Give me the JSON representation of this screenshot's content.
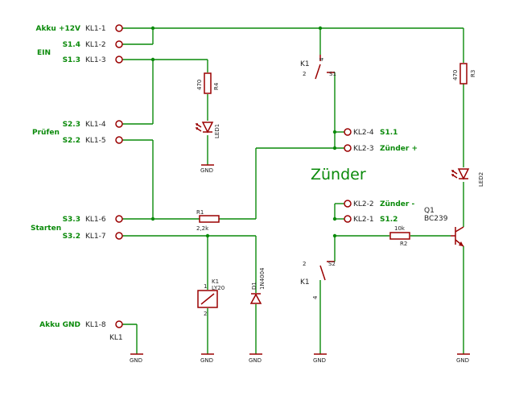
{
  "left_nets": {
    "akku12": "Akku +12V",
    "s14": "S1.4",
    "ein": "EIN",
    "s13": "S1.3",
    "s23": "S2.3",
    "pruefen": "Prüfen",
    "s22": "S2.2",
    "starten": "Starten",
    "s33": "S3.3",
    "s32": "S3.2",
    "akkugnd": "Akku GND"
  },
  "kl1_pins": [
    "KL1-1",
    "KL1-2",
    "KL1-3",
    "KL1-4",
    "KL1-5",
    "KL1-6",
    "KL1-7",
    "KL1-8"
  ],
  "kl1_name": "KL1",
  "kl2_pins": [
    "KL2-4",
    "KL2-3",
    "KL2-2",
    "KL2-1"
  ],
  "kl2_nets": {
    "s11": "S1.1",
    "zuender_plus": "Zünder +",
    "zuender_minus": "Zünder -",
    "s12": "S1.2"
  },
  "big_label": "Zünder",
  "gnd": "GND",
  "components": {
    "r1_name": "R1",
    "r1_value": "2,2k",
    "r2_name": "R2",
    "r2_value": "10k",
    "r3_name": "R3",
    "r3_value": "470",
    "r4_name": "R4",
    "r4_value": "470",
    "led1": "LED1",
    "led2": "LED2",
    "d1_name": "D1",
    "d1_value": "1N4004",
    "k1_name": "K1",
    "k1_value": "LY20",
    "q1_name": "Q1",
    "q1_value": "BC239"
  },
  "pin_labels": {
    "p1": "1",
    "p2": "2",
    "p4": "4",
    "s1": "S1",
    "s2": "S2",
    "p14": "4",
    "p12": "2"
  }
}
